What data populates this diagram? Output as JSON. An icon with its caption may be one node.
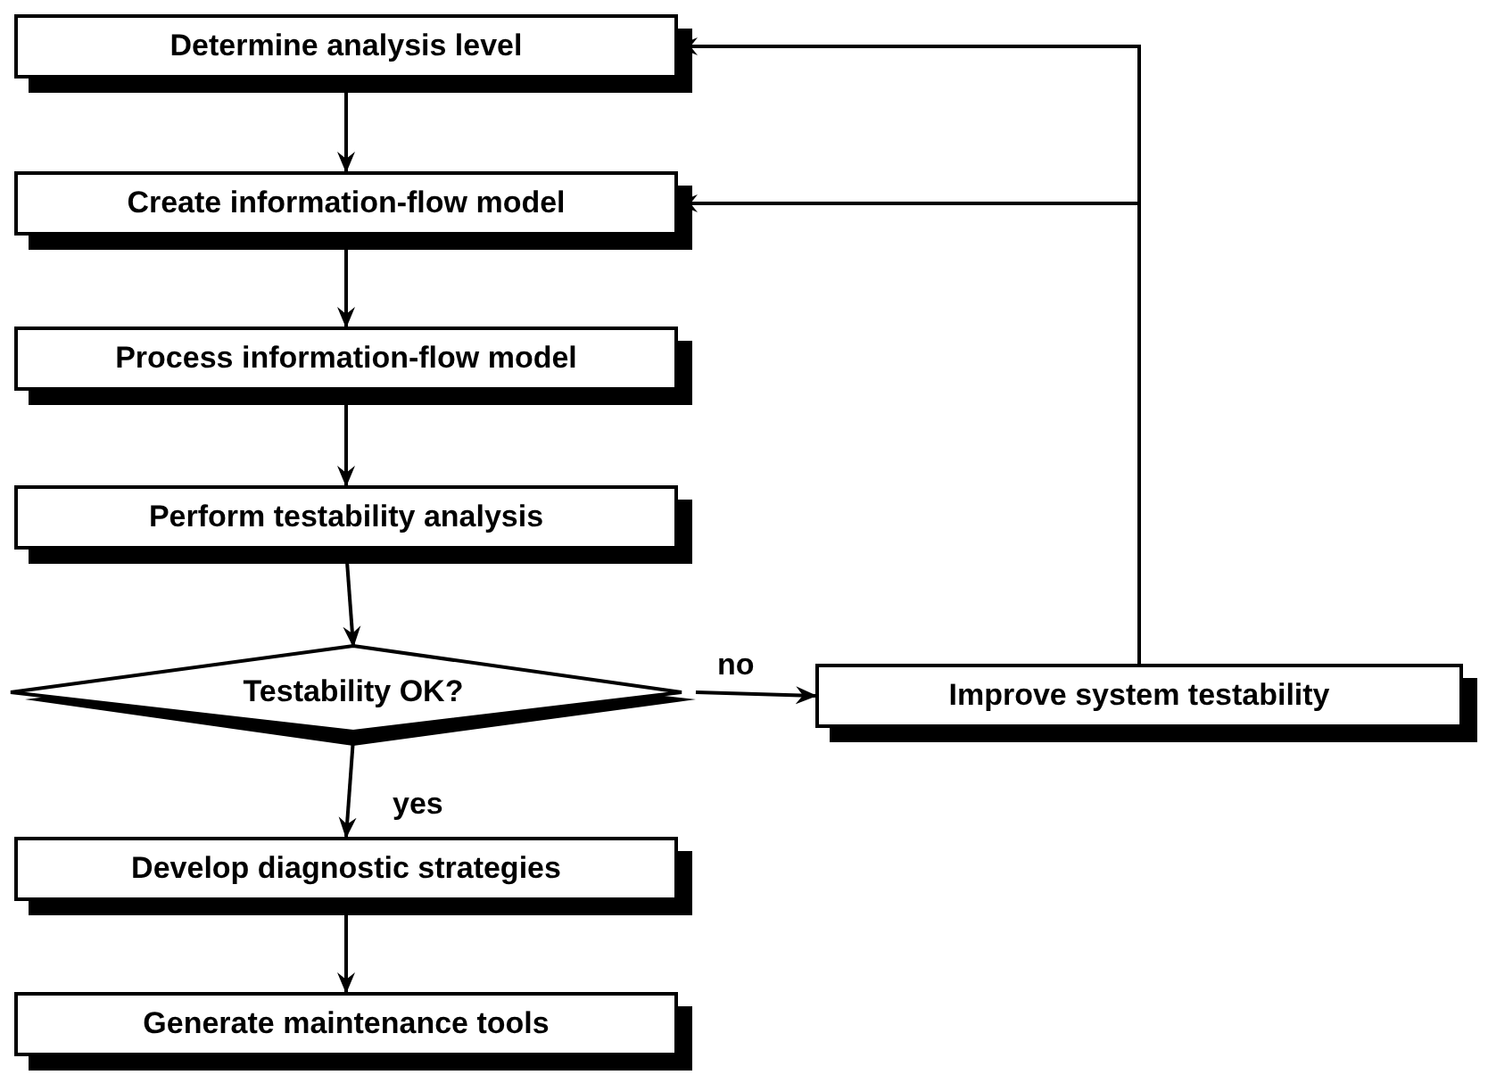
{
  "diagram": {
    "nodes": [
      {
        "text": [
          "Determine analysis level"
        ]
      },
      {
        "text": [
          "Create information-flow model"
        ]
      },
      {
        "text": [
          "Process information-flow model"
        ]
      },
      {
        "text": [
          "Perform testability analysis"
        ]
      },
      {
        "text": [
          "Testability OK?"
        ]
      },
      {
        "text": [
          "Improve system testability"
        ]
      },
      {
        "text": [
          "Develop diagnostic strategies"
        ]
      },
      {
        "text": [
          "Generate maintenance tools"
        ]
      }
    ],
    "edges": [
      {
        "from": 0,
        "to": 1,
        "arrow": "to"
      },
      {
        "from": 1,
        "to": 2,
        "arrow": "to"
      },
      {
        "from": 2,
        "to": 3,
        "arrow": "to"
      },
      {
        "from": 3,
        "to": 4,
        "arrow": "to"
      },
      {
        "from": 4,
        "to": 5,
        "arrow": "to",
        "label": "no"
      },
      {
        "from": 5,
        "to": 0,
        "arrow": "to"
      },
      {
        "from": 5,
        "to": 1,
        "arrow": "to"
      },
      {
        "from": 4,
        "to": 6,
        "arrow": "to",
        "label": "yes"
      },
      {
        "from": 6,
        "to": 7,
        "arrow": "to"
      }
    ]
  }
}
